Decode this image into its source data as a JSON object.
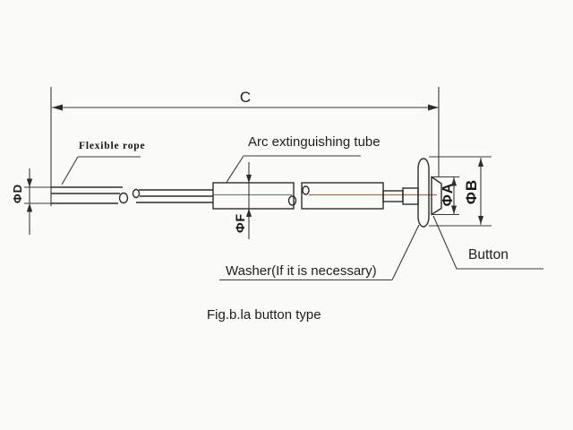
{
  "figure": {
    "caption": "Fig.b.la button type",
    "part_labels": {
      "flexible_rope": "Flexible rope",
      "arc_tube": "Arc extinguishing tube",
      "washer": "Washer(If it is necessary)",
      "button": "Button"
    },
    "dimension_labels": {
      "overall_length": "C",
      "rope_diameter": "ΦD",
      "tube_diameter": "ΦF",
      "button_diameter": "ΦA",
      "washer_diameter": "ΦB"
    },
    "colors": {
      "background": "#fbfbf8",
      "line": "#2d2d2d",
      "centerline_cool": "#5f7186",
      "centerline_warm": "#a4714a"
    }
  }
}
